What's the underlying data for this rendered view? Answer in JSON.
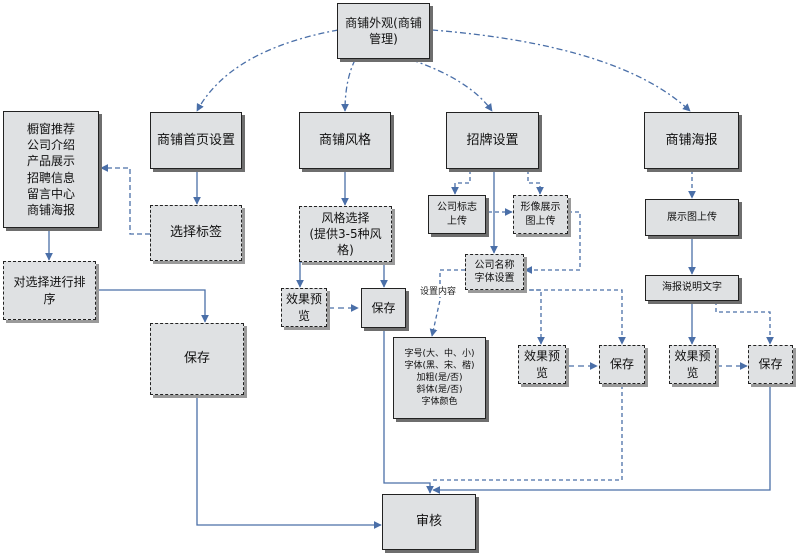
{
  "nodes": {
    "root": "商铺外观(商铺\n管理)",
    "home_setup": "商铺首页设置",
    "style": "商铺风格",
    "signboard": "招牌设置",
    "poster": "商铺海报",
    "tabs_list": "橱窗推荐\n公司介绍\n产品展示\n招聘信息\n留言中心\n商铺海报",
    "select_tab": "选择标签",
    "sort_selection": "对选择进行排\n序",
    "save_home": "保存",
    "style_select": "风格选择\n(提供3-5种风\n格)",
    "style_preview": "效果预\n览",
    "style_save": "保存",
    "logo_upload": "公司标志\n上传",
    "image_upload": "形像展示\n图上传",
    "company_name_font": "公司名称\n字体设置",
    "settings_label": "设置内容",
    "font_settings": "字号(大、中、小)\n字体(黑、宋、楷)\n加粗(是/否)\n斜体(是/否)\n字体颜色",
    "sign_preview": "效果预\n览",
    "sign_save": "保存",
    "display_upload": "展示图上传",
    "poster_text": "海报说明文字",
    "poster_preview": "效果预\n览",
    "poster_save": "保存",
    "review": "审核"
  },
  "colors": {
    "node_fill": "#dfe1e3",
    "arrow_solid": "#4a6fa8",
    "arrow_dashed": "#3c5f96"
  }
}
